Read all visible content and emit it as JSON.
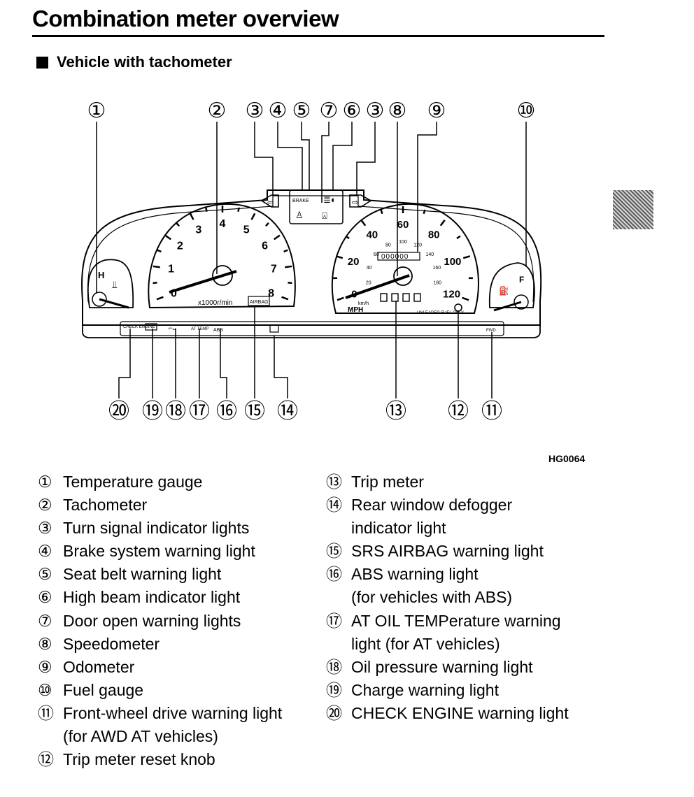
{
  "page": {
    "title": "Combination meter overview",
    "subtitle": "Vehicle with tachometer",
    "figure_code": "HG0064"
  },
  "diagram": {
    "callouts": [
      "①",
      "②",
      "③",
      "④",
      "⑤",
      "⑦",
      "⑥",
      "③",
      "⑧",
      "⑨",
      "⑩",
      "⑳",
      "⑲",
      "⑱",
      "⑰",
      "⑯",
      "⑮",
      "⑭",
      "⑬",
      "⑫",
      "⑪"
    ],
    "tach_ticks": [
      "0",
      "1",
      "2",
      "3",
      "4",
      "5",
      "6",
      "7",
      "8"
    ],
    "tach_unit": "x1000r/min",
    "speedo_mph": [
      "0",
      "20",
      "40",
      "60",
      "80",
      "100",
      "120"
    ],
    "speedo_kmh_small": [
      "20",
      "40",
      "60",
      "80",
      "100",
      "120",
      "140",
      "160",
      "180"
    ],
    "speedo_unit_mph": "MPH",
    "speedo_unit_kmh": "km/h",
    "odometer": "000000",
    "brake_text": "BRAKE",
    "airbag_text": "AIRBAG",
    "fuel_text": "UNLEADED FUEL ONLY",
    "temp_h": "H",
    "fuel_f": "F",
    "check_engine": "CHECK ENGINE",
    "at_temp": "AT TEMP",
    "abs": "ABS",
    "fwd": "FWD"
  },
  "legend": {
    "left": [
      {
        "num": "①",
        "text": "Temperature gauge"
      },
      {
        "num": "②",
        "text": "Tachometer"
      },
      {
        "num": "③",
        "text": "Turn signal indicator lights"
      },
      {
        "num": "④",
        "text": "Brake system warning light"
      },
      {
        "num": "⑤",
        "text": "Seat belt warning light"
      },
      {
        "num": "⑥",
        "text": "High beam indicator light"
      },
      {
        "num": "⑦",
        "text": "Door open warning lights"
      },
      {
        "num": "⑧",
        "text": "Speedometer"
      },
      {
        "num": "⑨",
        "text": "Odometer"
      },
      {
        "num": "⑩",
        "text": "Fuel gauge"
      },
      {
        "num": "⑪",
        "text": "Front-wheel drive warning light"
      },
      {
        "num": "",
        "text": "(for AWD AT vehicles)"
      },
      {
        "num": "⑫",
        "text": "Trip meter reset knob"
      }
    ],
    "right": [
      {
        "num": "⑬",
        "text": "Trip meter"
      },
      {
        "num": "⑭",
        "text": "Rear window defogger"
      },
      {
        "num": "",
        "text": "indicator light"
      },
      {
        "num": "⑮",
        "text": "SRS AIRBAG warning light"
      },
      {
        "num": "⑯",
        "text": "ABS warning light"
      },
      {
        "num": "",
        "text": "(for vehicles with ABS)"
      },
      {
        "num": "⑰",
        "text": "AT OIL TEMPerature warning"
      },
      {
        "num": "",
        "text": "light (for AT vehicles)"
      },
      {
        "num": "⑱",
        "text": "Oil pressure warning light"
      },
      {
        "num": "⑲",
        "text": "Charge warning light"
      },
      {
        "num": "⑳",
        "text": "CHECK ENGINE warning light"
      }
    ]
  }
}
